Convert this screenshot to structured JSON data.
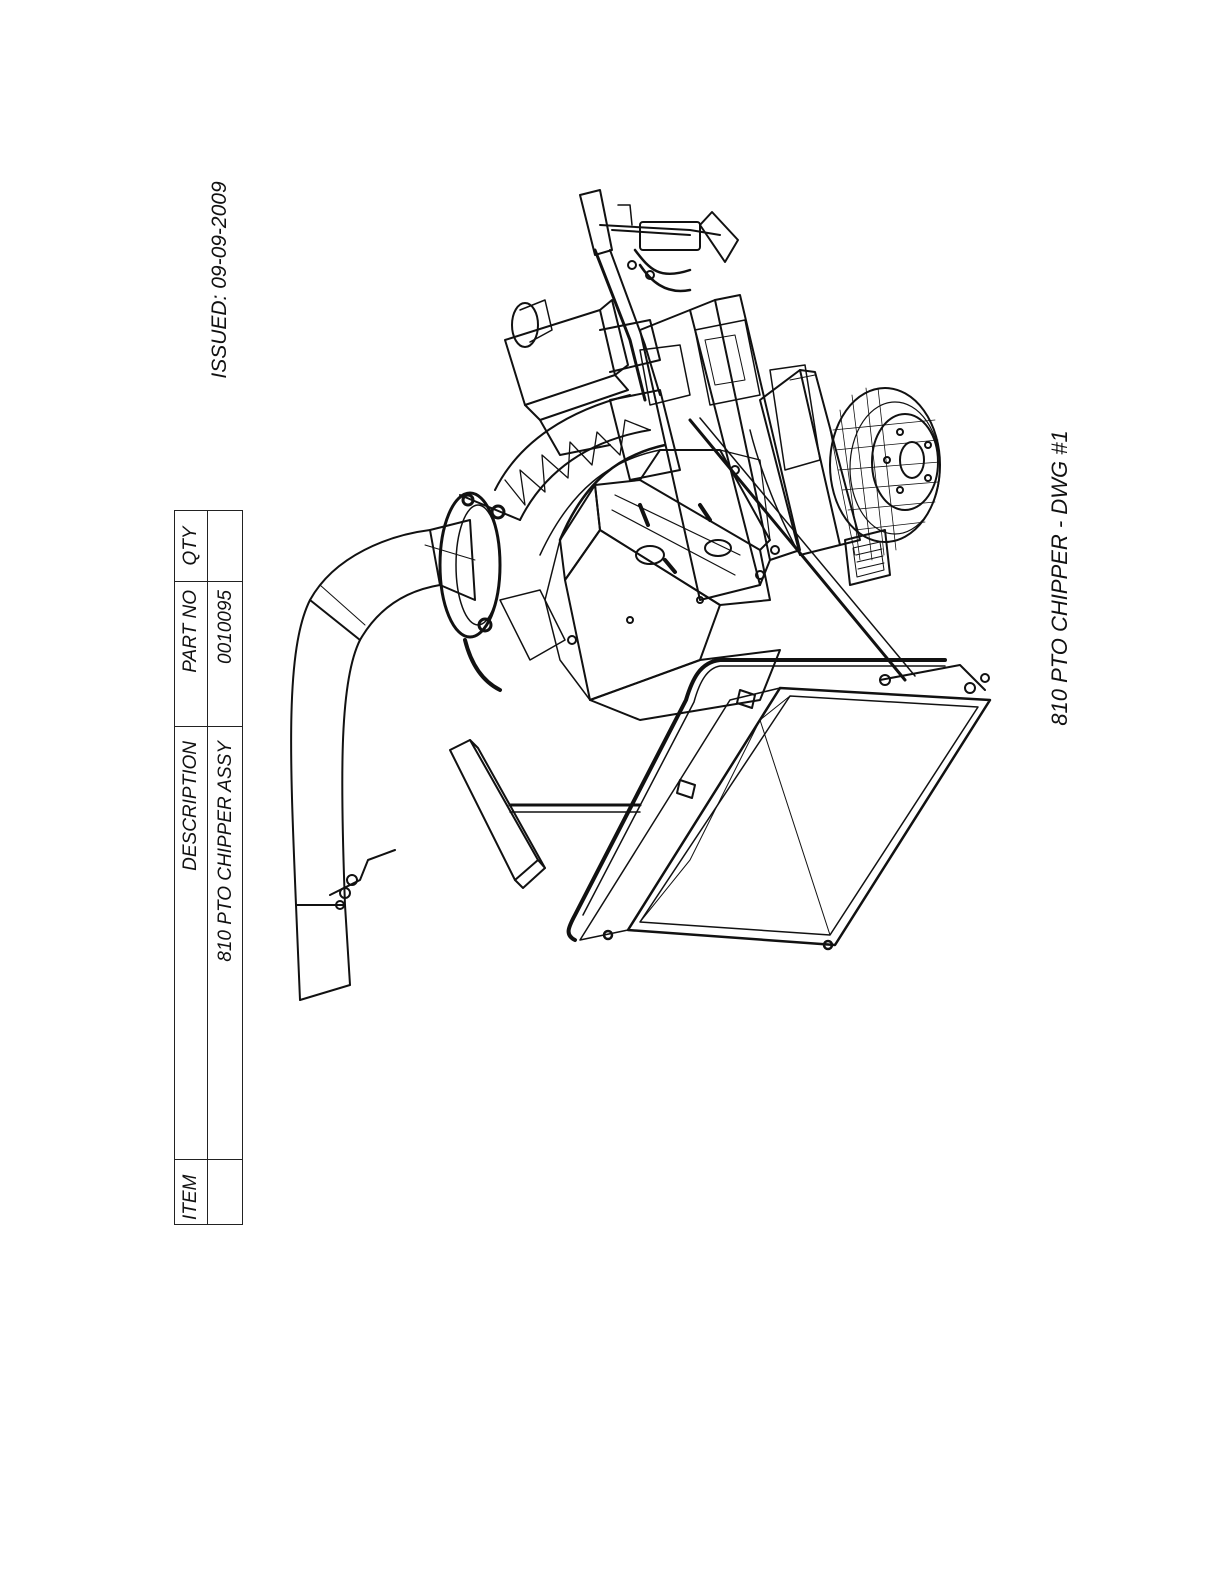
{
  "header": {
    "issued": "ISSUED: 09-09-2009"
  },
  "footer": {
    "drawing_title": "810 PTO CHIPPER - DWG #1"
  },
  "parts_table": {
    "columns": [
      "ITEM",
      "DESCRIPTION",
      "PART NO",
      "QTY"
    ],
    "rows": [
      {
        "item": "",
        "description": "810 PTO CHIPPER ASSY",
        "part_no": "0010095",
        "qty": ""
      }
    ]
  },
  "colors": {
    "ink": "#111111",
    "paper": "#ffffff"
  }
}
